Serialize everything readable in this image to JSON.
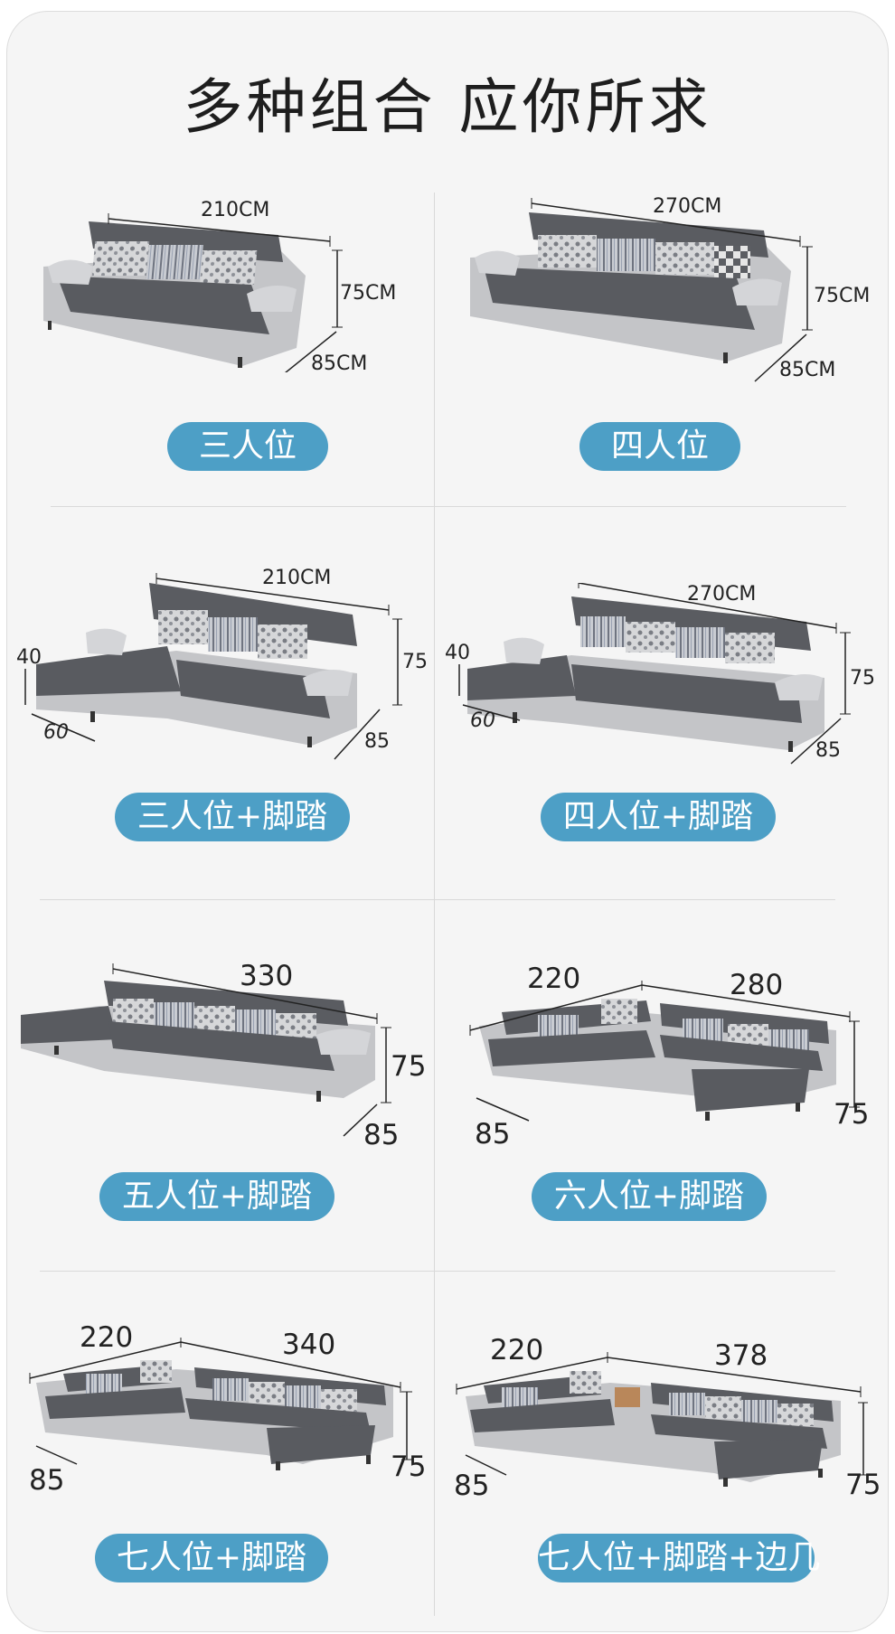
{
  "title": "多种组合 应你所求",
  "items": [
    {
      "label": "三人位",
      "width": "210CM",
      "height": "75CM",
      "depth": "85CM"
    },
    {
      "label": "四人位",
      "width": "270CM",
      "height": "75CM",
      "depth": "85CM"
    },
    {
      "label": "三人位+脚踏",
      "width": "210CM",
      "height": "75",
      "depth": "85",
      "stool_h": "40",
      "stool_d": "60"
    },
    {
      "label": "四人位+脚踏",
      "width": "270CM",
      "height": "75",
      "depth": "85",
      "stool_h": "40",
      "stool_d": "60"
    },
    {
      "label": "五人位+脚踏",
      "width": "330",
      "height": "75",
      "depth": "85"
    },
    {
      "label": "六人位+脚踏",
      "width_a": "220",
      "width_b": "280",
      "height": "75",
      "depth": "85"
    },
    {
      "label": "七人位+脚踏",
      "width_a": "220",
      "width_b": "340",
      "height": "75",
      "depth": "85"
    },
    {
      "label": "七人位+脚踏+边几",
      "width_a": "220",
      "width_b": "378",
      "height": "75",
      "depth": "85"
    }
  ],
  "colors": {
    "pill": "#4d9fc6",
    "fabric_dark": "#5a5c61",
    "fabric_light": "#c4c5c8",
    "background": "#f5f5f5"
  }
}
